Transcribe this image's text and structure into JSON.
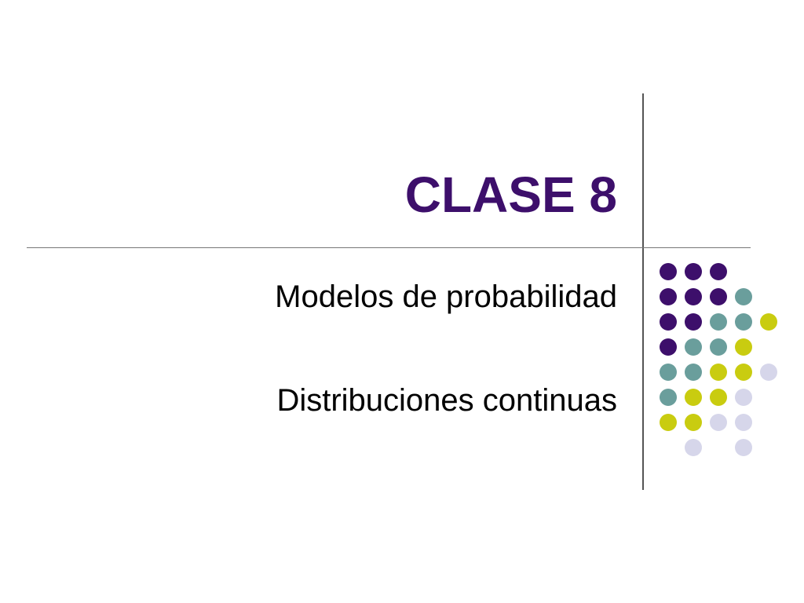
{
  "slide": {
    "title": "CLASE 8",
    "subtitles": [
      "Modelos de probabilidad",
      "Distribuciones continuas"
    ]
  },
  "colors": {
    "title": "#3d0f6b",
    "purple": "#3d0f6b",
    "teal": "#6a9e9c",
    "lime": "#c9cc10",
    "lavender": "#d6d6ea"
  },
  "dot_pattern": [
    [
      "purple",
      "purple",
      "purple",
      null,
      null
    ],
    [
      "purple",
      "purple",
      "purple",
      "teal",
      null
    ],
    [
      "purple",
      "purple",
      "teal",
      "teal",
      "lime"
    ],
    [
      "purple",
      "teal",
      "teal",
      "lime",
      null
    ],
    [
      "teal",
      "teal",
      "lime",
      "lime",
      "lavender"
    ],
    [
      "teal",
      "lime",
      "lime",
      "lavender",
      null
    ],
    [
      "lime",
      "lime",
      "lavender",
      "lavender",
      null
    ],
    [
      null,
      "lavender",
      null,
      "lavender",
      null
    ]
  ]
}
